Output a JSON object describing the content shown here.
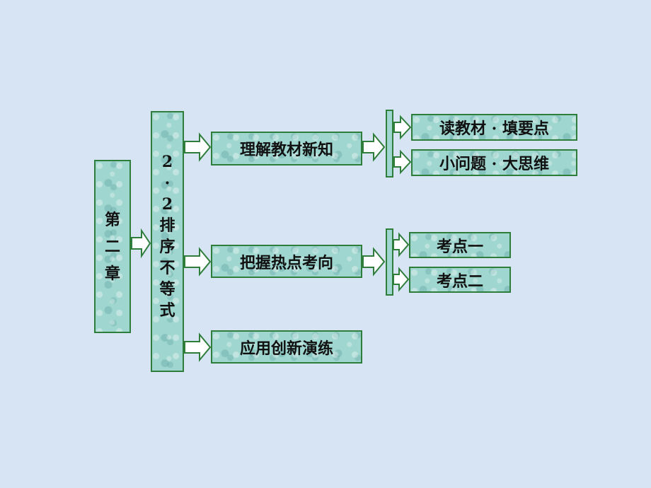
{
  "chapter": {
    "chars": [
      "第",
      "二",
      "章"
    ]
  },
  "section": {
    "chars": [
      "2",
      "·",
      "2",
      "排",
      "序",
      "不",
      "等",
      "式"
    ]
  },
  "level2": [
    {
      "label": "理解教材新知"
    },
    {
      "label": "把握热点考向"
    },
    {
      "label": "应用创新演练"
    }
  ],
  "level3": [
    {
      "label": "读教材 · 填要点"
    },
    {
      "label": "小问题 · 大思维"
    },
    {
      "label": "考点一"
    },
    {
      "label": "考点二"
    }
  ],
  "colors": {
    "border": "#2e7d3a",
    "fill": "#9fd6cf",
    "background": "#d6e4f3"
  }
}
